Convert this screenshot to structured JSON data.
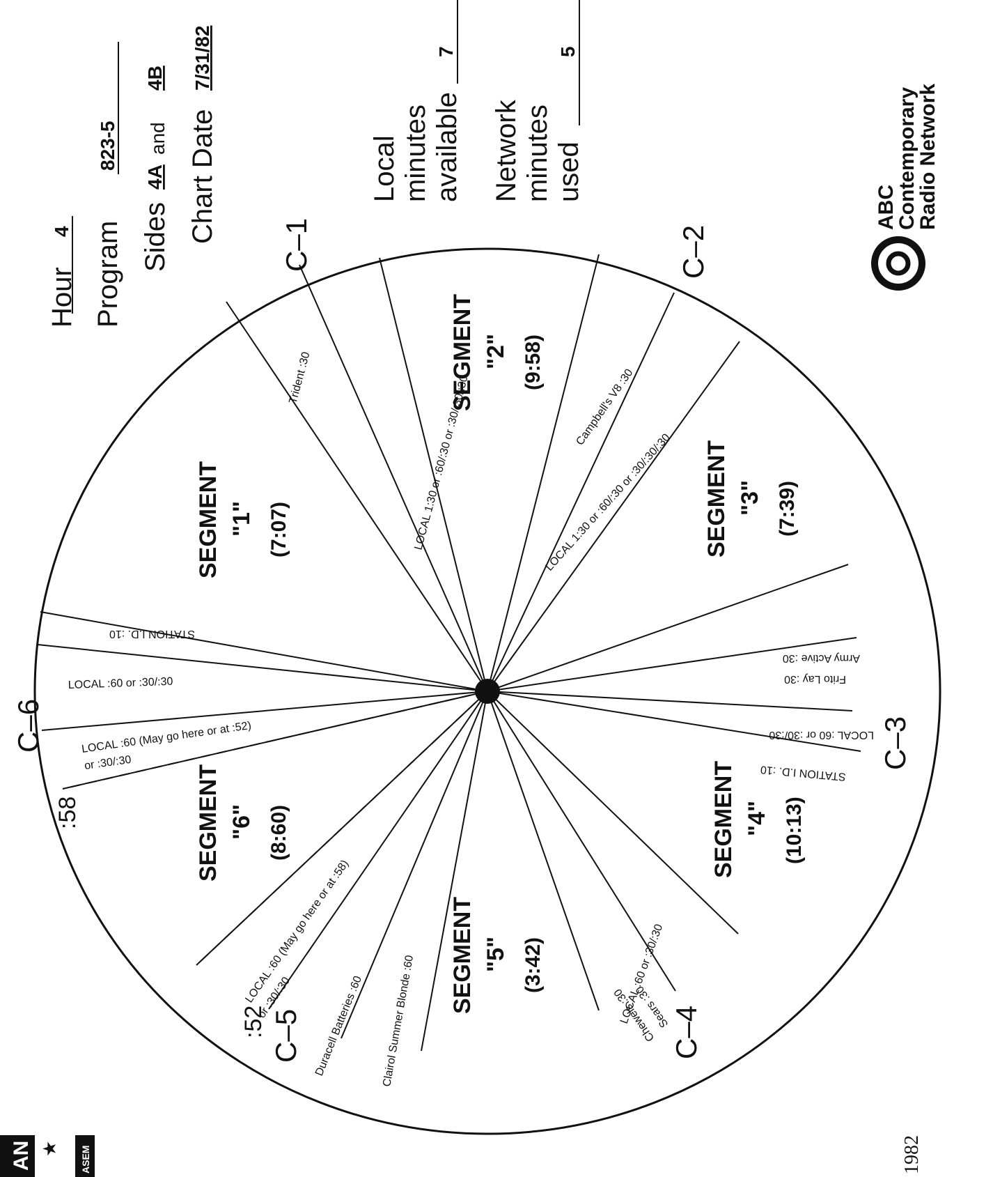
{
  "header": {
    "hour_label": "Hour",
    "hour_value": "4",
    "program_label": "Program",
    "program_value": "823-5",
    "sides_label": "Sides",
    "sides_value_a": "4A",
    "sides_and": "and",
    "sides_value_b": "4B",
    "chart_date_label": "Chart Date",
    "chart_date_value": "7/31/82",
    "local_minutes_label": [
      "Local",
      "minutes",
      "available"
    ],
    "local_minutes_value": "7",
    "network_minutes_label": [
      "Network",
      "minutes",
      "used"
    ],
    "network_minutes_value": "5"
  },
  "network": {
    "logo_lines": [
      "ABC",
      "Contemporary",
      "Radio Network"
    ]
  },
  "footer": {
    "year": "1982",
    "corner_marks": [
      "AN",
      "★",
      "ASEM"
    ]
  },
  "cue_labels": {
    "c1": "C–1",
    "c2": "C–2",
    "c3": "C–3",
    "c4": "C–4",
    "c5": "C–5",
    "c6": "C–6"
  },
  "time_marks": {
    "t52": ":52",
    "t58": ":58"
  },
  "segments": {
    "s1": {
      "title": "SEGMENT",
      "number": "\"1\"",
      "duration": "(7:07)"
    },
    "s2": {
      "title": "SEGMENT",
      "number": "\"2\"",
      "duration": "(9:58)"
    },
    "s3": {
      "title": "SEGMENT",
      "number": "\"3\"",
      "duration": "(7:39)"
    },
    "s4": {
      "title": "SEGMENT",
      "number": "\"4\"",
      "duration": "(10:13)"
    },
    "s5": {
      "title": "SEGMENT",
      "number": "\"5\"",
      "duration": "(3:42)"
    },
    "s6": {
      "title": "SEGMENT",
      "number": "\"6\"",
      "duration": "(8:60)"
    }
  },
  "spots": {
    "trident": "Trident :30",
    "local_c1": "LOCAL 1:30 or :60/:30 or :30/:30/:30",
    "campbells": "Campbell's V8 :30",
    "local_c2": "LOCAL 1:30 or :60/:30 or :30/:30/:30",
    "frito_lay": "Frito Lay   :30",
    "army": "Army Active :30",
    "local_c3": "LOCAL :60 or :30/:30",
    "station_id_c3": "STATION I.D.  :10",
    "sears": "Sears :30",
    "chewels": "Chewels :30",
    "local_c4": "LOCAL :60 or :30/:30",
    "clairol": "Clairol Summer Blonde :60",
    "duracell": "Duracell Batteries  :60",
    "local_52_a": "LOCAL :60  (May go here or at :58)",
    "local_52_b": "or :30/:30",
    "local_58_a": "LOCAL :60  (May go here or at :52)",
    "local_58_b": "or :30/:30",
    "local_c6": "LOCAL :60 or :30/:30",
    "station_id_c6": "STATION I.D.  :10"
  }
}
